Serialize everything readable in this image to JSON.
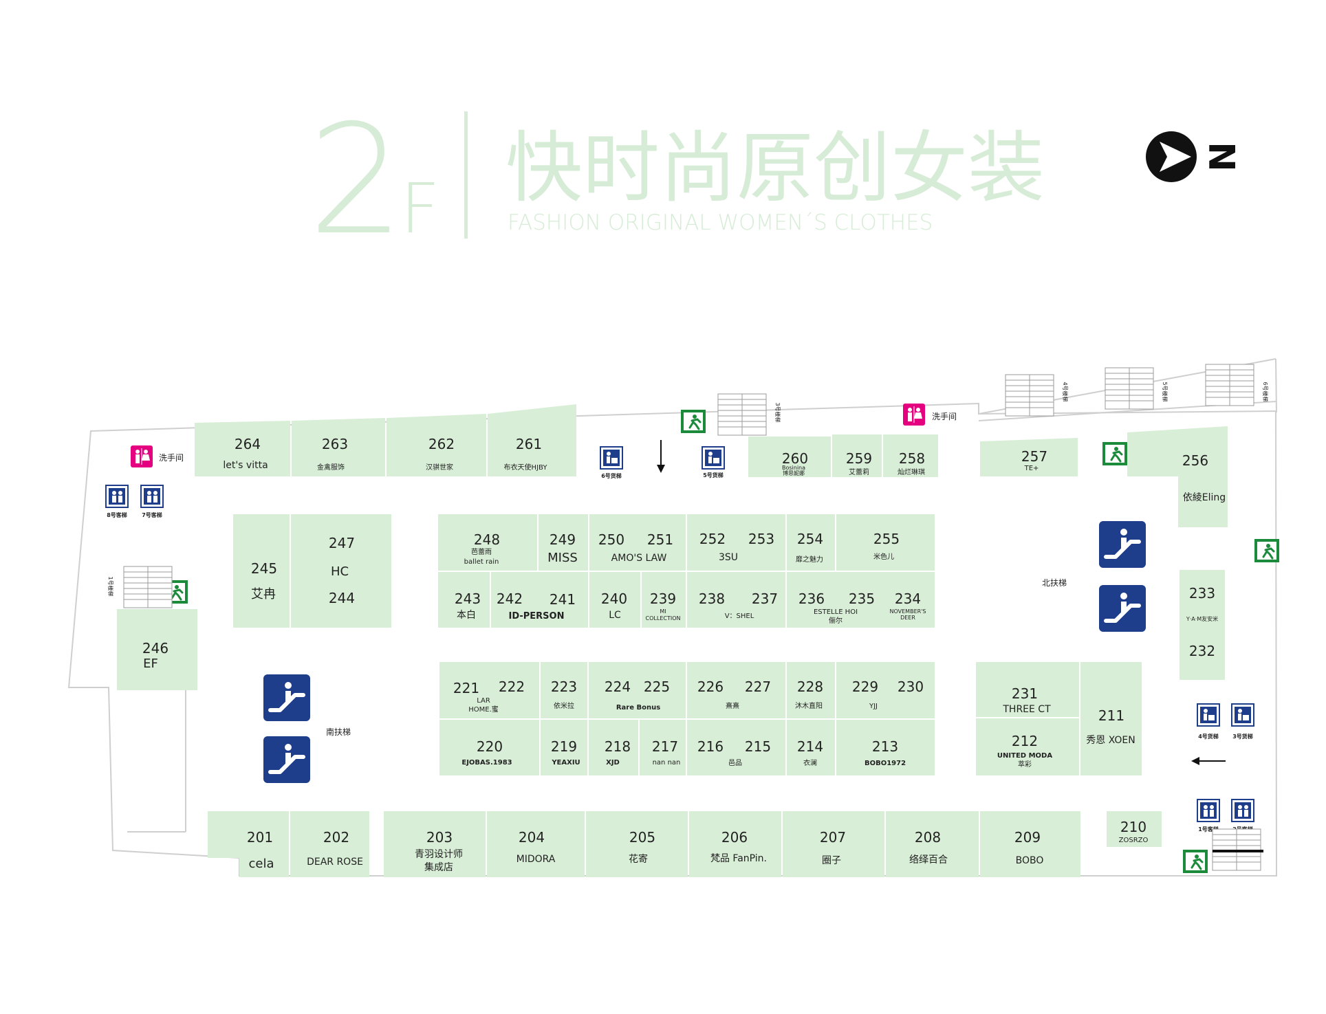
{
  "header": {
    "floor_num": "2",
    "floor_letter": "F",
    "title_cn": "快时尚原创女装",
    "title_en": "FASHION ORIGINAL WOMEN´S CLOTHES",
    "compass_letter": "N"
  },
  "colors": {
    "unit_fill": "#d8eed7",
    "title_green": "#d6ecd6",
    "escalator_blue": "#1e3d8a",
    "restroom_pink": "#e5007f",
    "exit_green": "#1b8a3a"
  },
  "units": {
    "u264": {
      "num": "264",
      "name": "let's vitta"
    },
    "u263": {
      "num": "263",
      "name": "金禽服饰"
    },
    "u262": {
      "num": "262",
      "name": "汉骐世家"
    },
    "u261": {
      "num": "261",
      "name": "布衣天使HJBY"
    },
    "u260": {
      "num": "260",
      "name": "Bosinina",
      "name2": "博思妮娜"
    },
    "u259": {
      "num": "259",
      "name": "艾蕾莉"
    },
    "u258": {
      "num": "258",
      "name": "灿烂琳琪"
    },
    "u257": {
      "num": "257",
      "name": "TE+"
    },
    "u256": {
      "num": "256",
      "name": "依綾Eling"
    },
    "u255": {
      "num": "255",
      "name": "米色儿"
    },
    "u254": {
      "num": "254",
      "name": "靡之魅力"
    },
    "u253": {
      "num": "253"
    },
    "u252": {
      "num": "252",
      "name": "3SU"
    },
    "u251": {
      "num": "251"
    },
    "u250": {
      "num": "250",
      "name": "AMO'S LAW"
    },
    "u249": {
      "num": "249",
      "name": "MISS"
    },
    "u248": {
      "num": "248",
      "name": "芭蕾雨",
      "name2": "ballet rain"
    },
    "u247": {
      "num": "247",
      "name": "HC"
    },
    "u245": {
      "num": "245",
      "name": "艾冉"
    },
    "u244": {
      "num": "244"
    },
    "u246": {
      "num": "246",
      "name": "EF"
    },
    "u243": {
      "num": "243",
      "name": "本白"
    },
    "u242": {
      "num": "242"
    },
    "u241": {
      "num": "241",
      "name": "ID-PERSON"
    },
    "u240": {
      "num": "240",
      "name": "LC"
    },
    "u239": {
      "num": "239",
      "name": "MI",
      "name2": "COLLECTION"
    },
    "u238": {
      "num": "238"
    },
    "u237": {
      "num": "237",
      "name": "V：SHEL"
    },
    "u236": {
      "num": "236"
    },
    "u235": {
      "num": "235",
      "name": "ESTELLE HOI",
      "name2": "俪尔"
    },
    "u234": {
      "num": "234",
      "name": "NOVEMBER'S",
      "name2": "DEER"
    },
    "u233": {
      "num": "233",
      "name": "Y·A·M友安米"
    },
    "u232": {
      "num": "232"
    },
    "u221": {
      "num": "221",
      "name": "LAR",
      "name2": "HOME.蜜"
    },
    "u222": {
      "num": "222"
    },
    "u223": {
      "num": "223",
      "name": "依米拉"
    },
    "u224": {
      "num": "224"
    },
    "u225": {
      "num": "225",
      "name": "Rare Bonus"
    },
    "u226": {
      "num": "226",
      "name": "熹熹"
    },
    "u227": {
      "num": "227"
    },
    "u228": {
      "num": "228",
      "name": "沐木直阳"
    },
    "u229": {
      "num": "229",
      "name": "YJJ"
    },
    "u230": {
      "num": "230"
    },
    "u231": {
      "num": "231",
      "name": "THREE CT"
    },
    "u212": {
      "num": "212",
      "name": "UNITED MODA",
      "name2": "萃彩"
    },
    "u211": {
      "num": "211",
      "name": "秀恩 XOEN"
    },
    "u220": {
      "num": "220",
      "name": "EJOBAS.1983"
    },
    "u219": {
      "num": "219",
      "name": "YEAXIU"
    },
    "u218": {
      "num": "218",
      "name": "XJD"
    },
    "u217": {
      "num": "217",
      "name": "nan nan"
    },
    "u216": {
      "num": "216",
      "name": "邑品"
    },
    "u215": {
      "num": "215"
    },
    "u214": {
      "num": "214",
      "name": "衣澜"
    },
    "u213": {
      "num": "213",
      "name": "BOBO1972"
    },
    "u210": {
      "num": "210",
      "name": "ZOSRZO"
    },
    "u201": {
      "num": "201",
      "name": "cela"
    },
    "u202": {
      "num": "202",
      "name": "DEAR ROSE"
    },
    "u203": {
      "num": "203",
      "name": "青羽设计师",
      "name2": "集成店"
    },
    "u204": {
      "num": "204",
      "name": "MIDORA"
    },
    "u205": {
      "num": "205",
      "name": "花寄"
    },
    "u206": {
      "num": "206",
      "name": "梵品 FanPin."
    },
    "u207": {
      "num": "207",
      "name": "圈子"
    },
    "u208": {
      "num": "208",
      "name": "络绎百合"
    },
    "u209": {
      "num": "209",
      "name": "BOBO"
    }
  },
  "facilities": {
    "restroom": "洗手间",
    "north_escalator": "北扶梯",
    "south_escalator": "南扶梯",
    "elev8": "8号客梯",
    "elev7": "7号客梯",
    "elev6": "6号货梯",
    "elev5": "5号货梯",
    "elev4": "4号货梯",
    "elev3": "3号货梯",
    "elev1": "1号客梯",
    "elev2": "2号客梯",
    "stair1": "1号楼梯",
    "stair3": "3号楼梯",
    "stair4": "4号楼梯",
    "stair5": "5号楼梯",
    "stair6": "6号楼梯"
  }
}
